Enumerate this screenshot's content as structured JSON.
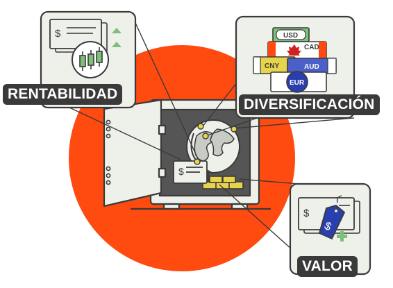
{
  "labels": {
    "rentabilidad": "RENTABILIDAD",
    "diversificacion": "DIVERSIFICACIÓN",
    "valor": "VALOR"
  },
  "currencies": {
    "usd": "USD",
    "cad": "CAD",
    "cny": "CNY",
    "aud": "AUD",
    "eur": "EUR"
  },
  "colors": {
    "accent_orange": "#ff4a10",
    "outline": "#3a3a3a",
    "panel_bg": "#eef0ea",
    "green": "#7ec07a",
    "gold": "#e8d34c",
    "blue_tag": "#2a3fae"
  }
}
